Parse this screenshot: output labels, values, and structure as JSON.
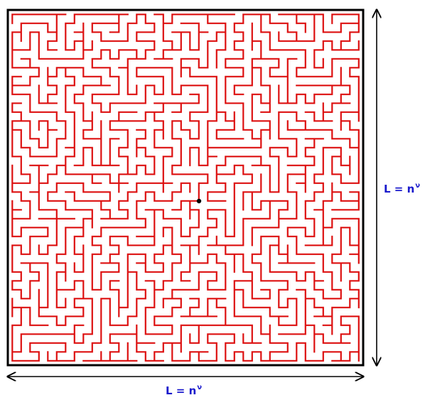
{
  "diagram": {
    "colors": {
      "walk": "#dd1111",
      "box": "#000000",
      "arrow": "#000000",
      "label": "#1a1acc",
      "origin_dot": "#000000"
    },
    "lattice_cells": 40,
    "labels": {
      "right": {
        "base": "L = n",
        "exponent": "ν"
      },
      "bottom": {
        "base": "L = n",
        "exponent": "ν"
      }
    }
  }
}
